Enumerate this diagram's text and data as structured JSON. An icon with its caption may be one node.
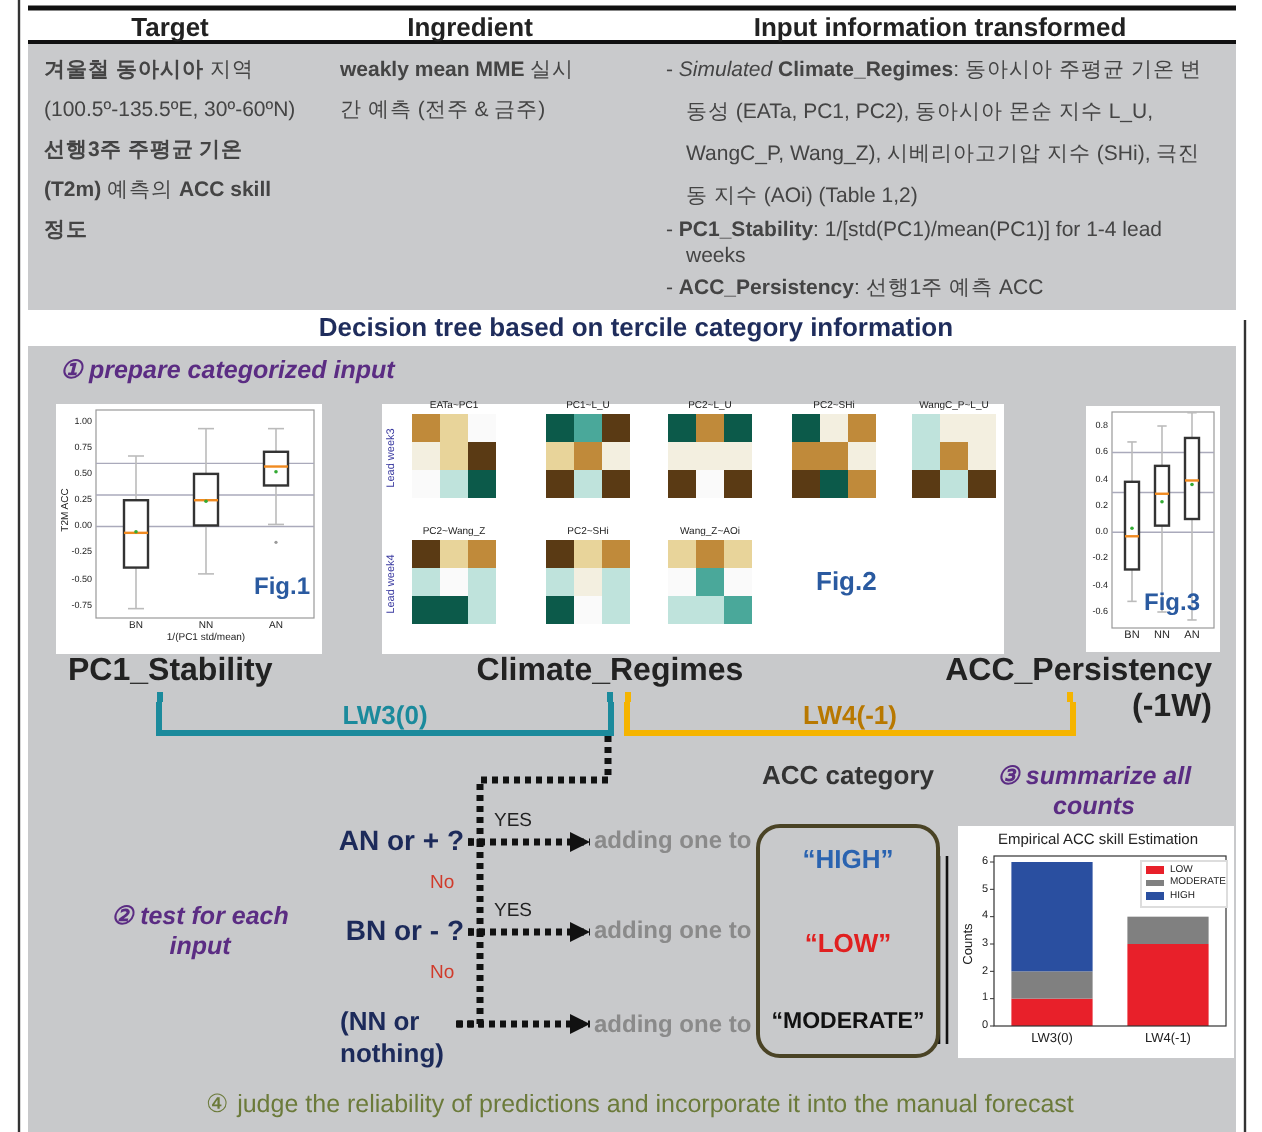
{
  "diagram": {
    "title": "Decision tree based on tercile category information",
    "nodes": [
      {
        "text": [
          "PC1_Stability"
        ]
      },
      {
        "text": [
          "Climate_Regimes"
        ]
      },
      {
        "text": [
          "ACC_Persistency (-1W)"
        ]
      },
      {
        "text": [
          "LW3(0)"
        ]
      },
      {
        "text": [
          "LW4(-1)"
        ]
      },
      {
        "text": [
          "AN or + ?"
        ]
      },
      {
        "text": [
          "BN or - ?"
        ]
      },
      {
        "text": [
          "(NN or nothing)"
        ]
      },
      {
        "text": [
          "adding one to"
        ]
      },
      {
        "text": [
          "adding one to"
        ]
      },
      {
        "text": [
          "adding one to"
        ]
      },
      {
        "text": [
          "ACC category"
        ]
      },
      {
        "text": [
          "“HIGH”"
        ],
        "in": 11
      },
      {
        "text": [
          "“LOW”"
        ],
        "in": 11
      },
      {
        "text": [
          "“MODERATE”"
        ],
        "in": 11
      }
    ],
    "edges": [
      {
        "from": 0,
        "to": 3,
        "arrow": "none",
        "color": "#1b8a9c"
      },
      {
        "from": 1,
        "to": 3,
        "arrow": "none",
        "color": "#1b8a9c"
      },
      {
        "from": 1,
        "to": 4,
        "arrow": "none",
        "color": "#f5b400"
      },
      {
        "from": 2,
        "to": 4,
        "arrow": "none",
        "color": "#f5b400"
      },
      {
        "from": 3,
        "to": 5,
        "arrow": "none",
        "style": "dashed"
      },
      {
        "from": 5,
        "to": 6,
        "arrow": "none",
        "style": "dashed",
        "label": "No"
      },
      {
        "from": 6,
        "to": 7,
        "arrow": "none",
        "style": "dashed",
        "label": "No"
      },
      {
        "from": 5,
        "to": 8,
        "arrow": "to",
        "style": "dashed",
        "label": "YES"
      },
      {
        "from": 6,
        "to": 9,
        "arrow": "to",
        "style": "dashed",
        "label": "YES"
      },
      {
        "from": 7,
        "to": 10,
        "arrow": "to",
        "style": "dashed"
      }
    ],
    "labels": [
      "Target",
      "Ingredient",
      "Input information transformed",
      "**겨울철 동아시아** 지역 (100.5º-135.5ºE, 30º-60ºN) **선행3주 주평균 기온 (T2m)** 예측의 **ACC skill 정도**",
      "**weakly mean MME** 실시간 예측 (전주 & 금주)",
      "- *Simulated* **Climate_Regimes**: 동아시아 주평균 기온 변동성 (EATa, PC1, PC2), 동아시아 몬순 지수 L_U, WangC_P, Wang_Z), 시베리아고기압 지수 (SHi), 극진동 지수 (AOi) (Table 1,2)",
      "- **PC1_Stability**: 1/[std(PC1)/mean(PC1)] for 1-4 lead weeks",
      "- **ACC_Persistency**: 선행1주 예측 ACC",
      "① prepare categorized input",
      "T2M ACC",
      "1.00",
      "0.75",
      "0.50",
      "0.25",
      "0.00",
      "-0.25",
      "-0.50",
      "-0.75",
      "BN",
      "NN",
      "AN",
      "1/(PC1 std/mean)",
      "Fig.1",
      "Lead week3",
      "Lead week4",
      "EATa~PC1",
      "PC1~L_U",
      "PC2~L_U",
      "PC2~SHi",
      "WangC_P~L_U",
      "PC2~Wang_Z",
      "PC2~SHi",
      "Wang_Z~AOi",
      "Fig.2",
      "0.8",
      "0.6",
      "0.4",
      "0.2",
      "0.0",
      "-0.2",
      "-0.4",
      "-0.6",
      "BN",
      "NN",
      "AN",
      "Fig.3",
      "③ summarize all counts",
      "② test for each input",
      "④ judge the reliability of predictions and incorporate it into the manual forecast"
    ],
    "chart_data": {
      "type": "bar",
      "title": "Empirical ACC skill Estimation",
      "ylabel": "Counts",
      "categories": [
        "LW3(0)",
        "LW4(-1)"
      ],
      "stacked": true,
      "legend": "upper right",
      "ylim": [
        0,
        6
      ],
      "yticks": [
        0,
        1,
        2,
        3,
        4,
        5,
        6
      ],
      "series": [
        {
          "name": "LOW",
          "color": "#e8202a",
          "values": [
            1,
            3
          ]
        },
        {
          "name": "MODERATE",
          "color": "#808080",
          "values": [
            1,
            1
          ]
        },
        {
          "name": "HIGH",
          "color": "#2a4fa0",
          "values": [
            4,
            0
          ]
        }
      ]
    }
  }
}
